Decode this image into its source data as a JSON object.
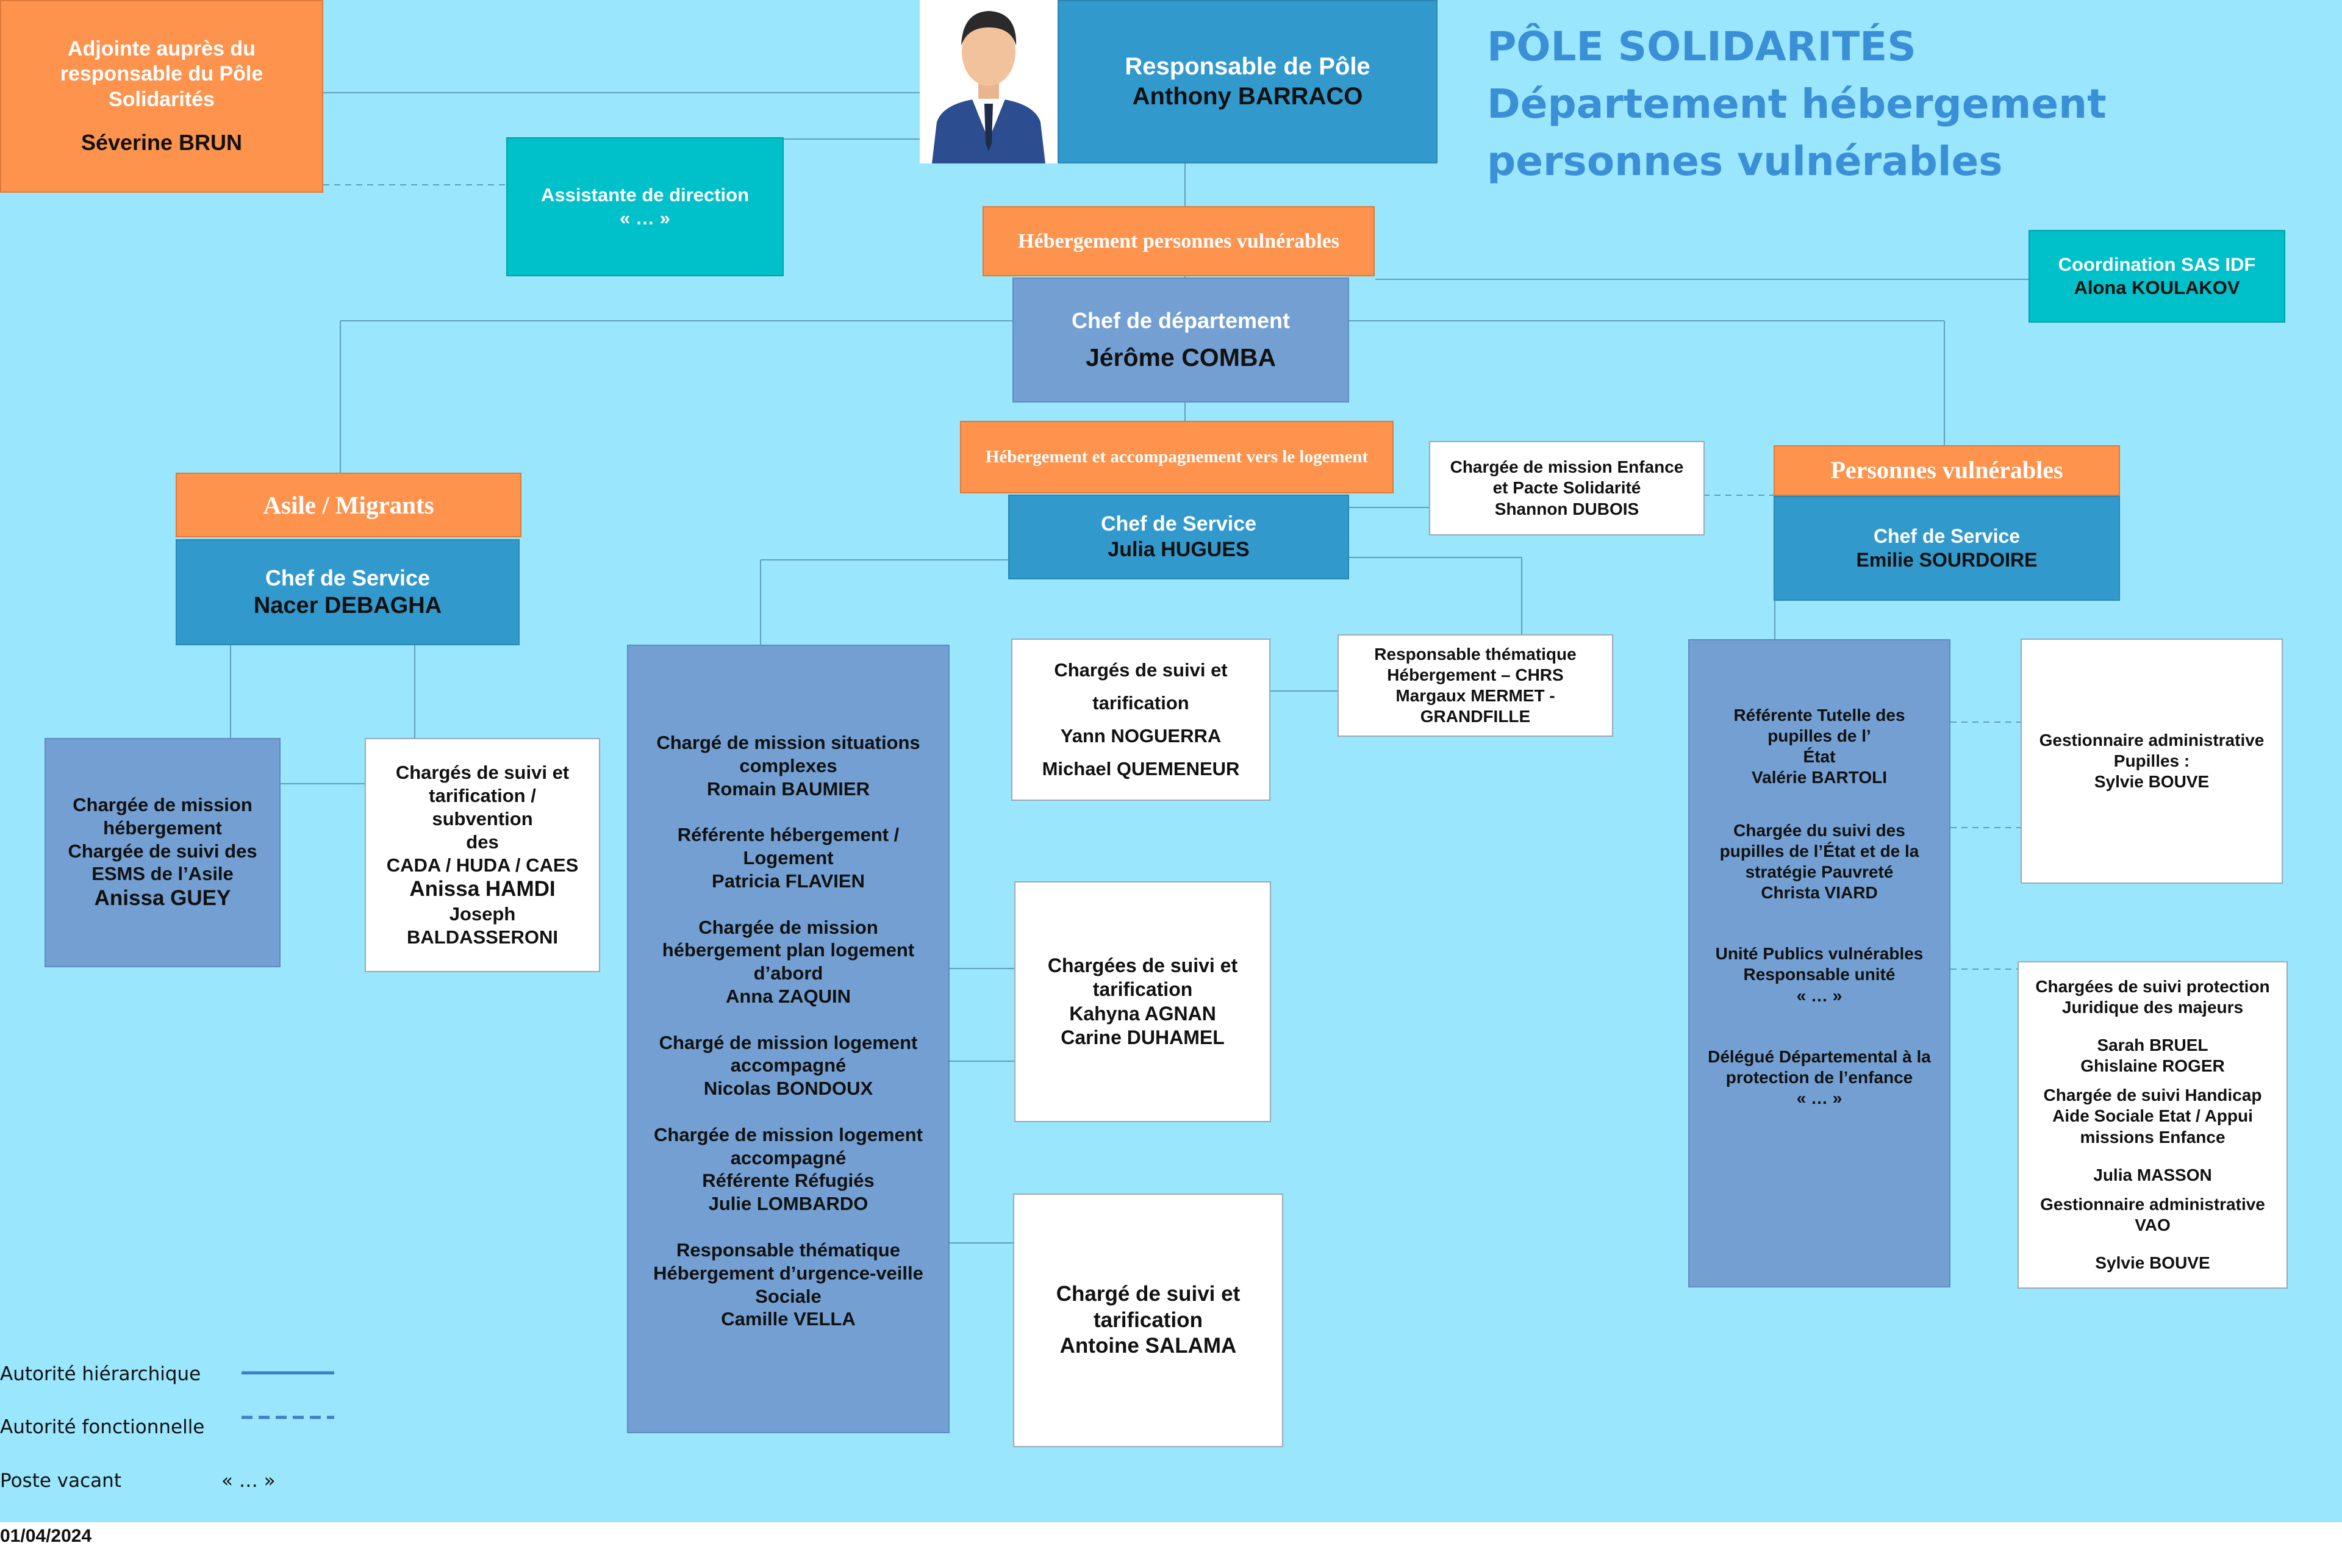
{
  "header": {
    "title_line1": "PÔLE SOLIDARITÉS",
    "title_line2": "Département hébergement",
    "title_line3": "personnes vulnérables"
  },
  "top": {
    "adjointe": {
      "title": "Adjointe auprès du responsable du Pôle Solidarités",
      "name": "Séverine BRUN"
    },
    "responsable": {
      "title": "Responsable de Pôle",
      "name": "Anthony BARRACO"
    },
    "assistante": {
      "title": "Assistante de direction",
      "name": "« … »"
    },
    "coordination": {
      "title": "Coordination SAS IDF",
      "name": "Alona KOULAKOV"
    },
    "hebergement_label": "Hébergement personnes vulnérables",
    "chef_departement": {
      "title": "Chef de département",
      "name": "Jérôme COMBA"
    }
  },
  "asile": {
    "label": "Asile / Migrants",
    "chef": {
      "title": "Chef de Service",
      "name": "Nacer DEBAGHA"
    },
    "charge_mission": {
      "text": "Chargée de mission hébergement\nChargée de suivi des ESMS de l’Asile",
      "name": "Anissa GUEY"
    },
    "charges_suivi": {
      "text": "Chargés de suivi et tarification / subvention\ndes\nCADA / HUDA / CAES",
      "name1": "Anissa HAMDI",
      "name2": "Joseph BALDASSERONI"
    }
  },
  "logement": {
    "label": "Hébergement et accompagnement vers le logement",
    "chef": {
      "title": "Chef de Service",
      "name": "Julia HUGUES"
    },
    "enfance": "Chargée de mission Enfance et Pacte Solidarité\nShannon DUBOIS",
    "chrs": "Responsable thématique Hébergement – CHRS\nMargaux MERMET - GRANDFILLE",
    "missions": "Chargé de mission situations complexes\nRomain BAUMIER\n\nRéférente hébergement / Logement\nPatricia FLAVIEN\n\nChargée de mission hébergement plan logement d’abord\nAnna ZAQUIN\n\nChargé de mission logement accompagné\nNicolas BONDOUX\n\nChargée de mission logement accompagné\nRéférente Réfugiés\nJulie LOMBARDO\n\nResponsable thématique Hébergement d’urgence-veille Sociale\nCamille VELLA",
    "suivi1": {
      "title": "Chargés de suivi et tarification",
      "name1": "Yann NOGUERRA",
      "name2": "Michael QUEMENEUR"
    },
    "suivi2": "Chargées de suivi et tarification\nKahyna AGNAN\nCarine DUHAMEL",
    "suivi3": "Chargé de suivi et tarification\nAntoine SALAMA"
  },
  "vulnerables": {
    "label": "Personnes vulnérables",
    "chef": {
      "title": "Chef de Service",
      "name": "Emilie SOURDOIRE"
    },
    "tutelle": "Référente Tutelle des pupilles de l’\nÉtat\nValérie BARTOLI",
    "suivi_pupilles": "Chargée du suivi des pupilles de l’État et de la stratégie Pauvreté\nChrista VIARD",
    "unite": "Unité Publics vulnérables\nResponsable unité\n« … »",
    "delegue": "Délégué Départemental à la protection de l’enfance\n« … »",
    "gestionnaire": "Gestionnaire administrative Pupilles :\nSylvie BOUVE",
    "protection": {
      "p1": "Chargées de suivi protection Juridique des majeurs",
      "p2": "Sarah BRUEL\nGhislaine ROGER",
      "p3": "Chargée de suivi Handicap Aide Sociale Etat / Appui missions Enfance",
      "p4": "Julia MASSON",
      "p5": "Gestionnaire administrative VAO",
      "p6": "Sylvie BOUVE"
    }
  },
  "legend": {
    "hierarchique": "Autorité hiérarchique",
    "fonctionnelle": "Autorité fonctionnelle",
    "vacant": "Poste vacant",
    "vacant_symbol": "« … »"
  },
  "date": "01/04/2024",
  "colors": {
    "background": "#99e6fd",
    "orange": "#fe934d",
    "teal": "#00c0c9",
    "blue": "#3299cc",
    "lavender": "#739fd2",
    "title": "#3a8fd6"
  }
}
